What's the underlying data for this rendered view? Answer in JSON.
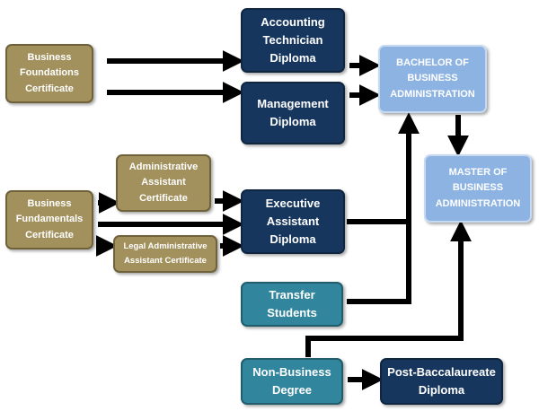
{
  "boxes": {
    "business_foundations": "Business\nFoundations\nCertificate",
    "accounting_technician": "Accounting\nTechnician\nDiploma",
    "management_diploma": "Management\nDiploma",
    "bba": "BACHELOR OF\nBUSINESS\nADMINISTRATION",
    "mba": "MASTER OF\nBUSINESS\nADMINISTRATION",
    "admin_assistant_cert": "Administrative\nAssistant\nCertificate",
    "business_fundamentals": "Business\nFundamentals\nCertificate",
    "executive_assistant": "Executive\nAssistant\nDiploma",
    "legal_admin_cert": "Legal Administrative\nAssistant Certificate",
    "transfer_students": "Transfer\nStudents",
    "non_business_degree": "Non-Business\nDegree",
    "post_bacc_diploma": "Post-Baccalaureate\nDiploma"
  },
  "colors": {
    "certificate": "#a2915d",
    "diploma": "#17365d",
    "entry": "#31859c",
    "degree": "#8db3e2",
    "connector": "#000000"
  }
}
